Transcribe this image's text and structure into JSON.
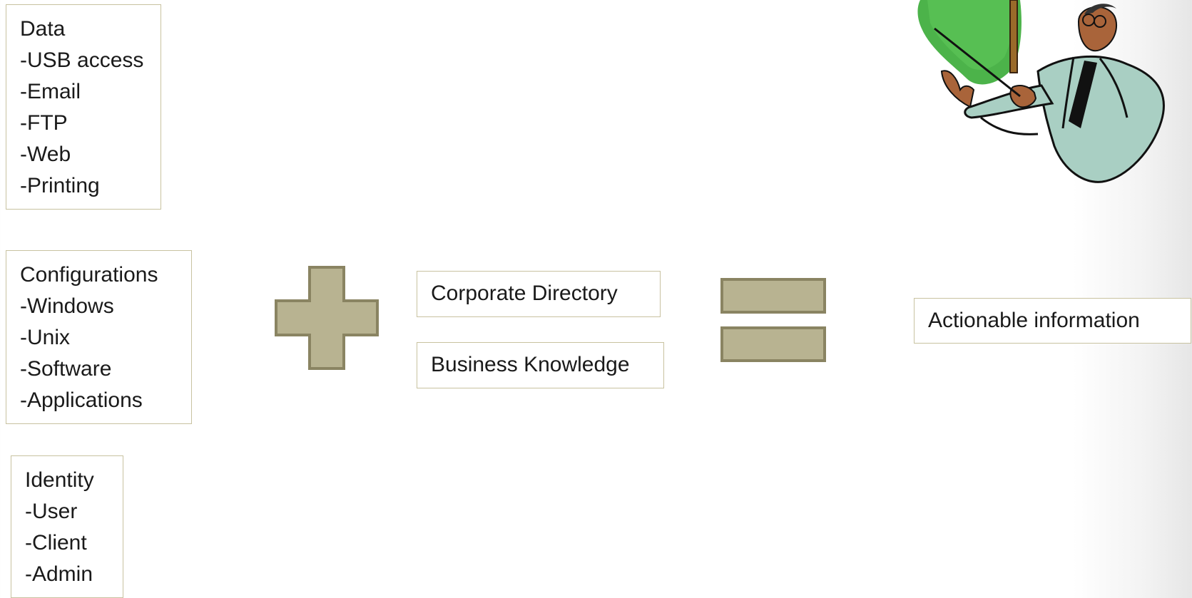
{
  "data_box": {
    "title": "Data",
    "items": [
      "-USB access",
      "-Email",
      "-FTP",
      "-Web",
      "-Printing"
    ]
  },
  "config_box": {
    "title": "Configurations",
    "items": [
      "-Windows",
      "-Unix",
      "-Software",
      "-Applications"
    ]
  },
  "identity_box": {
    "title": "Identity",
    "items": [
      "-User",
      "-Client",
      "-Admin"
    ]
  },
  "middle": {
    "corporate_directory": "Corporate Directory",
    "business_knowledge": "Business Knowledge"
  },
  "result": {
    "label": "Actionable information"
  },
  "operators": {
    "plus": "plus-icon",
    "equals": "equals-icon"
  },
  "colors": {
    "box_border": "#c8c2a0",
    "operator_fill": "#b8b391",
    "operator_stroke": "#8a8462",
    "presenter_board": "#4cb34a"
  }
}
